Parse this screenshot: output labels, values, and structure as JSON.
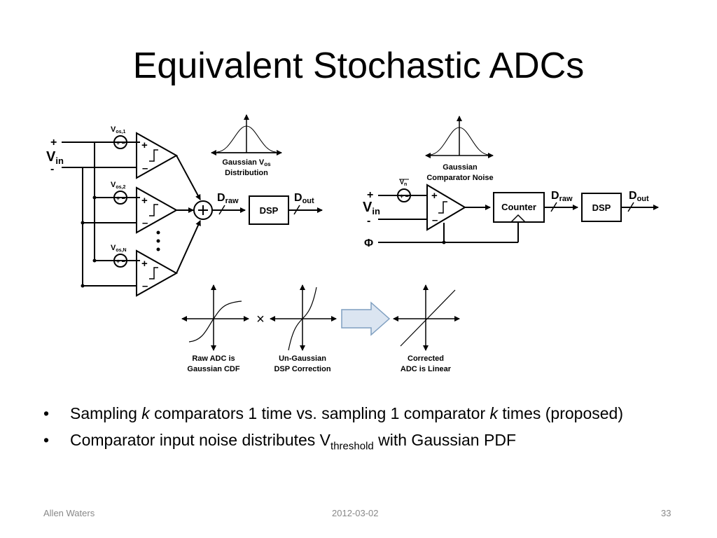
{
  "slide": {
    "title": "Equivalent Stochastic ADCs"
  },
  "diagram_left": {
    "vin_plus": "+",
    "vin_minus": "-",
    "vin_label": "V",
    "vin_sub": "in",
    "vos1": "V",
    "vos1_sub": "os,1",
    "vos2": "V",
    "vos2_sub": "os,2",
    "vosn": "V",
    "vosn_sub": "os,N",
    "gaussian_line1": "Gaussian V",
    "gaussian_sub": "os",
    "gaussian_line2": "Distribution",
    "draw_label": "D",
    "draw_sub": "raw",
    "dsp_label": "DSP",
    "dout_label": "D",
    "dout_sub": "out"
  },
  "diagram_right": {
    "vn_label": "V",
    "vn_sub": "n",
    "vin_plus": "+",
    "vin_minus": "-",
    "vin_label": "V",
    "vin_sub": "in",
    "phi_label": "Φ",
    "noise_line1": "Gaussian",
    "noise_line2": "Comparator Noise",
    "counter_label": "Counter",
    "draw_label": "D",
    "draw_sub": "raw",
    "dsp_label": "DSP",
    "dout_label": "D",
    "dout_sub": "out"
  },
  "transfer": {
    "times_symbol": "×",
    "raw_line1": "Raw ADC is",
    "raw_line2": "Gaussian CDF",
    "ungauss_line1": "Un-Gaussian",
    "ungauss_line2": "DSP Correction",
    "corrected_line1": "Corrected",
    "corrected_line2": "ADC is Linear"
  },
  "bullets": [
    {
      "text_a": "Sampling ",
      "emph_a": "k",
      "text_b": " comparators 1 time vs. sampling 1 comparator ",
      "emph_b": "k",
      "text_c": " times (proposed)"
    },
    {
      "text_a": "Comparator input noise distributes V",
      "sub": "threshold",
      "text_b": " with Gaussian PDF"
    }
  ],
  "footer": {
    "author": "Allen Waters",
    "date": "2012-03-02",
    "page": "33"
  }
}
